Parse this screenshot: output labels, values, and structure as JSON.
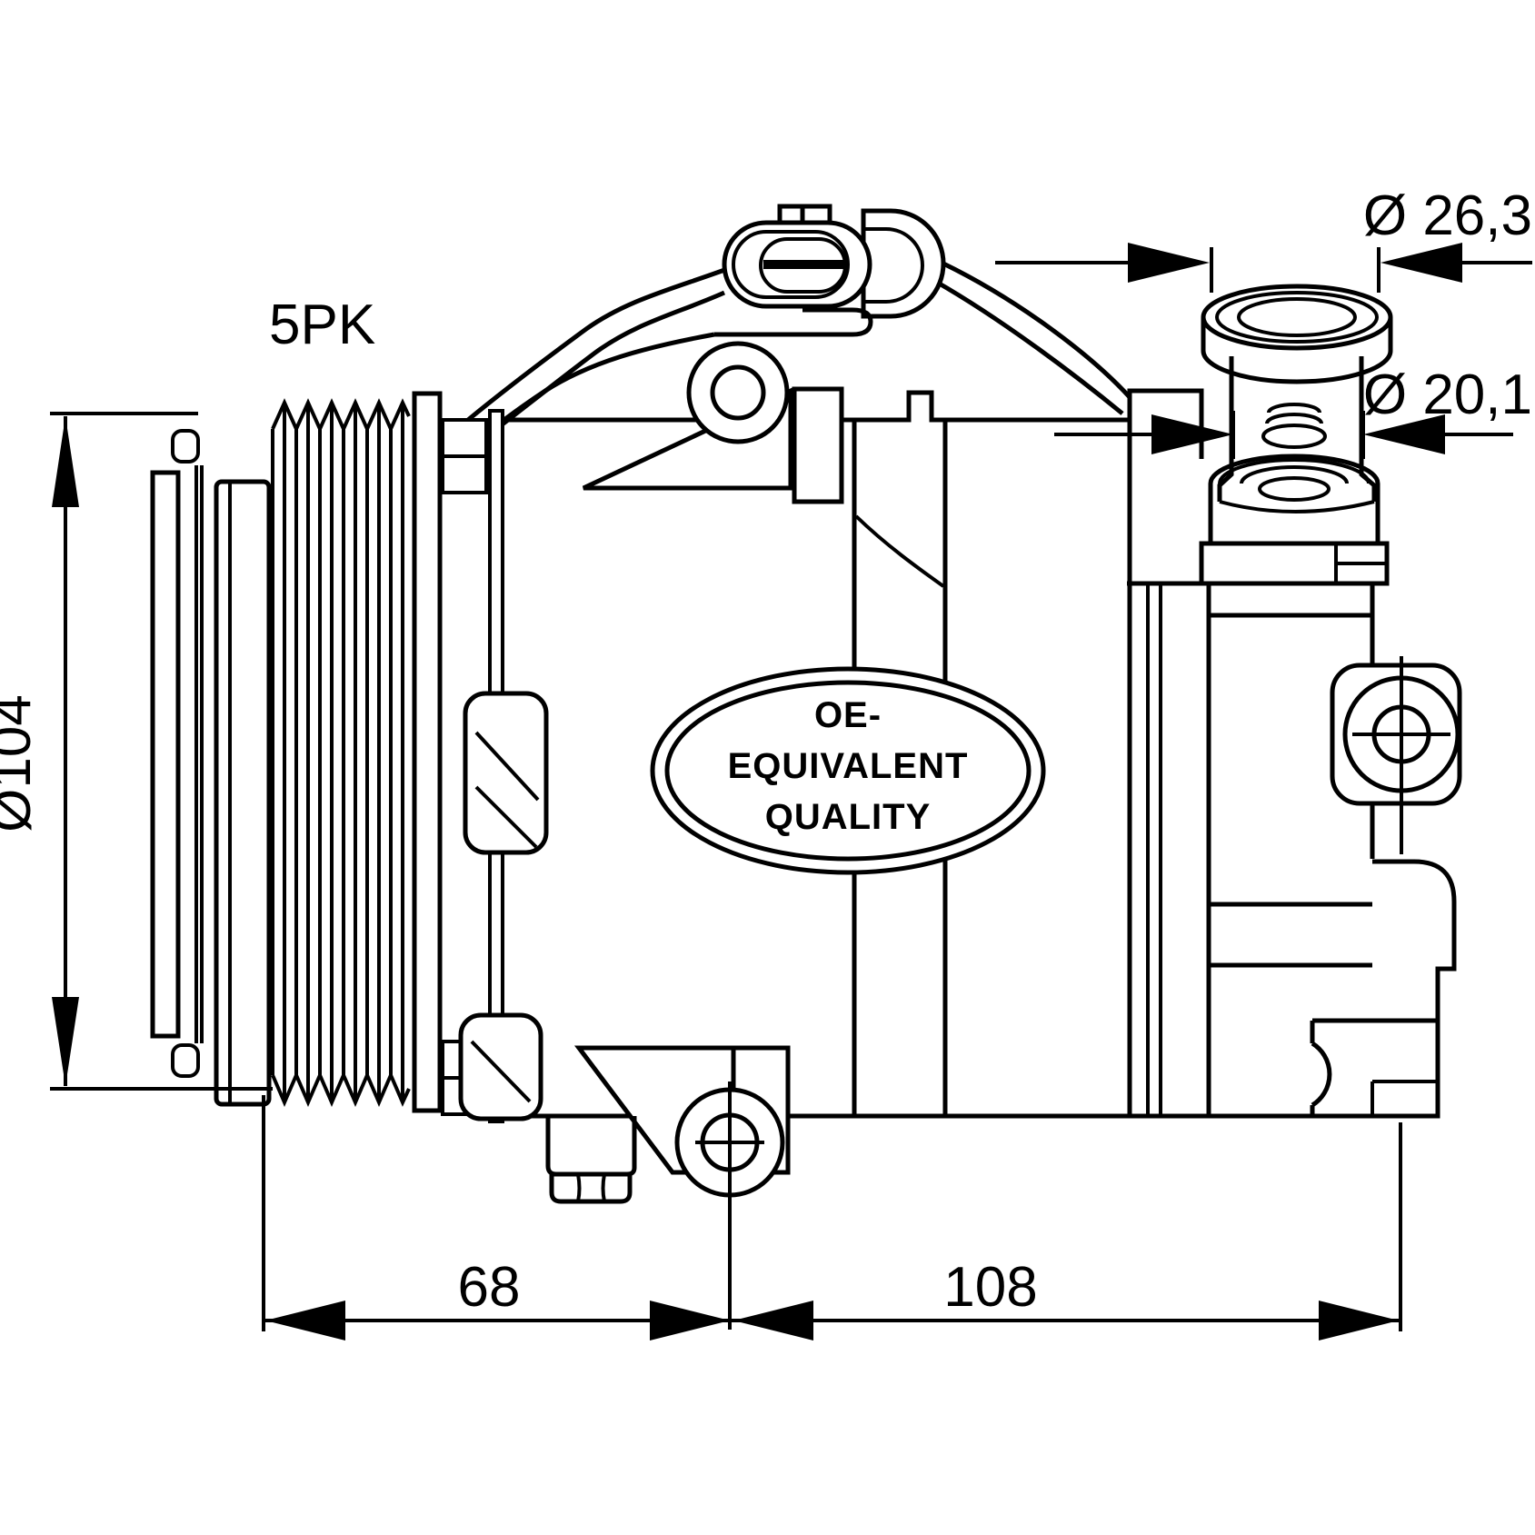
{
  "page": {
    "background": "#ffffff",
    "line_color": "#000000"
  },
  "labels": {
    "belt_type": "5PK",
    "pulley_diameter": "Ø104",
    "port_outer_diameter": "Ø 26,3",
    "port_inner_diameter": "Ø 20,1",
    "front_length": "68",
    "rear_length": "108"
  },
  "stamp": {
    "line1": "OE-",
    "line2": "EQUIVALENT",
    "line3": "QUALITY"
  }
}
